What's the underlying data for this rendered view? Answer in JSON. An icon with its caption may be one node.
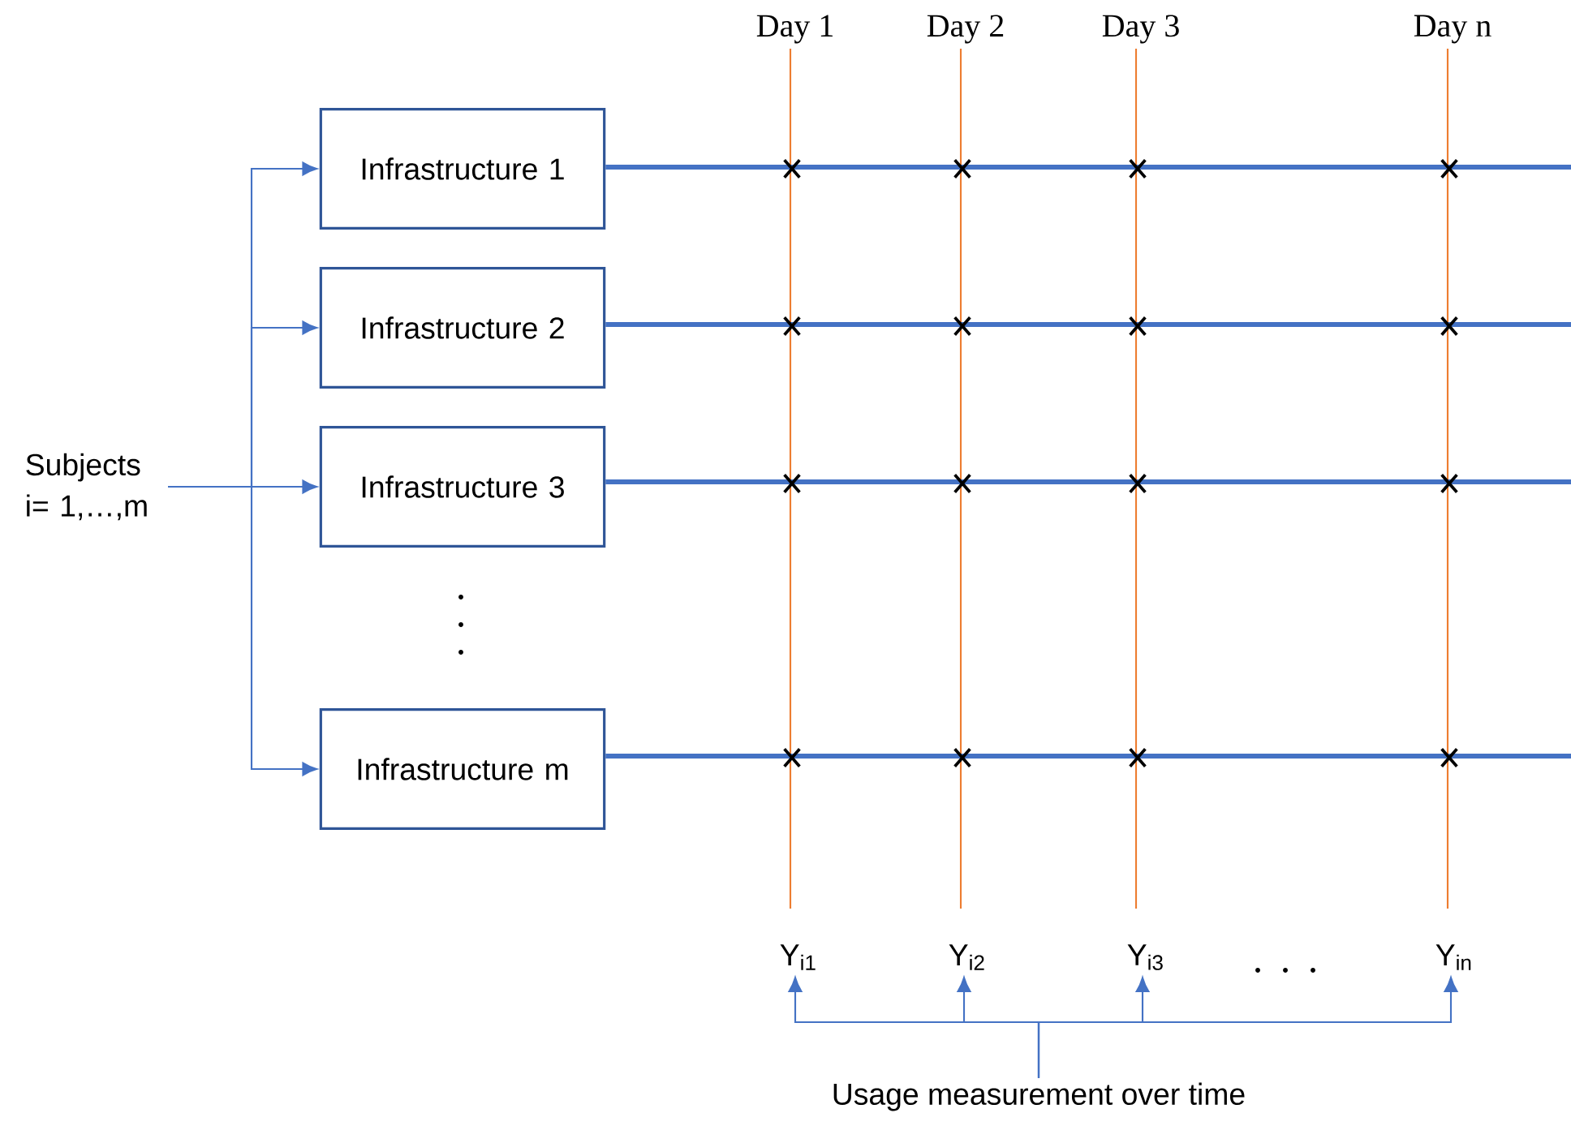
{
  "diagram": {
    "nodes": [
      {
        "text": [
          "Subjects i= 1,…,m"
        ]
      },
      {
        "text": [
          "Infrastructure 1"
        ]
      },
      {
        "text": [
          "Infrastructure 2"
        ]
      },
      {
        "text": [
          "Infrastructure 3"
        ]
      },
      {
        "text": [
          "Infrastructure m"
        ]
      },
      {
        "text": [
          "Usage measurement over time"
        ]
      },
      {
        "text": [
          "Y$_{i1}$"
        ]
      },
      {
        "text": [
          "Y$_{i2}$"
        ]
      },
      {
        "text": [
          "Y$_{i3}$"
        ]
      },
      {
        "text": [
          "Y$_{in}$"
        ]
      }
    ],
    "edges": [
      {
        "from": 0,
        "to": 1,
        "arrow": "to"
      },
      {
        "from": 0,
        "to": 2,
        "arrow": "to"
      },
      {
        "from": 0,
        "to": 3,
        "arrow": "to"
      },
      {
        "from": 0,
        "to": 4,
        "arrow": "to"
      },
      {
        "from": 1,
        "to": null,
        "arrow": "none",
        "style": "thick"
      },
      {
        "from": 2,
        "to": null,
        "arrow": "none",
        "style": "thick"
      },
      {
        "from": 3,
        "to": null,
        "arrow": "none",
        "style": "thick"
      },
      {
        "from": 4,
        "to": null,
        "arrow": "none",
        "style": "thick"
      },
      {
        "from": 5,
        "to": 6,
        "arrow": "to"
      },
      {
        "from": 5,
        "to": 7,
        "arrow": "to"
      },
      {
        "from": 5,
        "to": 8,
        "arrow": "to"
      },
      {
        "from": 5,
        "to": 9,
        "arrow": "to"
      }
    ],
    "labels": [
      "Day 1",
      "Day 2",
      "Day 3",
      "Day n"
    ]
  }
}
